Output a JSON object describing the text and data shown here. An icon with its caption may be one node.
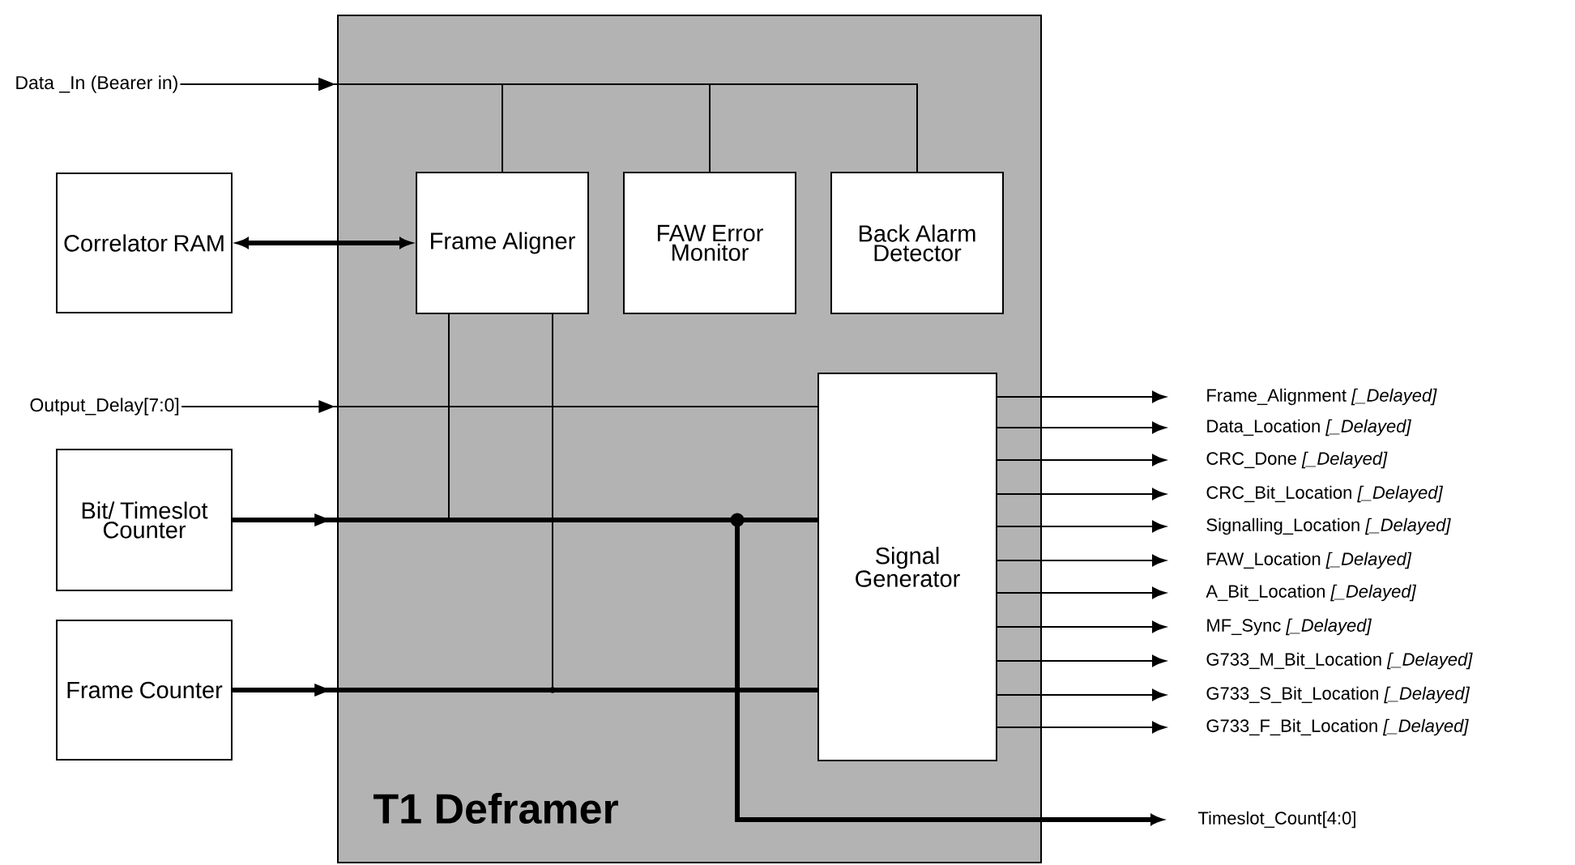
{
  "diagram": {
    "nodes": [
      {
        "text": [
          "T1 Deframer"
        ]
      },
      {
        "text": [
          "Correlator RAM"
        ]
      },
      {
        "text": [
          "Frame Aligner"
        ],
        "in": 0
      },
      {
        "text": [
          "FAW Error Monitor"
        ],
        "in": 0
      },
      {
        "text": [
          "Back Alarm Detector"
        ],
        "in": 0
      },
      {
        "text": [
          "Signal Generator"
        ],
        "in": 0
      },
      {
        "text": [
          "Bit/ Timeslot Counter"
        ]
      },
      {
        "text": [
          "Frame Counter"
        ]
      },
      {
        "text": [
          "Data _In (Bearer in)"
        ]
      },
      {
        "text": [
          "Output_Delay[7:0]"
        ]
      },
      {
        "text": [
          "Frame_Alignment *[_Delayed]*"
        ]
      },
      {
        "text": [
          "Data_Location *[_Delayed]*"
        ]
      },
      {
        "text": [
          "CRC_Done *[_Delayed]*"
        ]
      },
      {
        "text": [
          "CRC_Bit_Location *[_Delayed]*"
        ]
      },
      {
        "text": [
          "Signalling_Location *[_Delayed]*"
        ]
      },
      {
        "text": [
          "FAW_Location *[_Delayed]*"
        ]
      },
      {
        "text": [
          "A_Bit_Location *[_Delayed]*"
        ]
      },
      {
        "text": [
          "MF_Sync *[_Delayed]*"
        ]
      },
      {
        "text": [
          "G733_M_Bit_Location *[_Delayed]*"
        ]
      },
      {
        "text": [
          "G733_S_Bit_Location *[_Delayed]*"
        ]
      },
      {
        "text": [
          "G733_F_Bit_Location *[_Delayed]*"
        ]
      },
      {
        "text": [
          "Timeslot_Count[4:0]"
        ]
      }
    ],
    "edges": [
      {
        "from": 8,
        "to": 2,
        "arrow": "to"
      },
      {
        "from": 8,
        "to": 3,
        "arrow": "to"
      },
      {
        "from": 8,
        "to": 4,
        "arrow": "to"
      },
      {
        "from": 1,
        "to": 2,
        "arrow": "both",
        "style": "thick"
      },
      {
        "from": 9,
        "to": 5,
        "arrow": "to"
      },
      {
        "from": 6,
        "to": 5,
        "arrow": "to",
        "style": "thick"
      },
      {
        "from": 7,
        "to": 5,
        "arrow": "to",
        "style": "thick"
      },
      {
        "from": 2,
        "to": 6,
        "arrow": "none"
      },
      {
        "from": 2,
        "to": 7,
        "arrow": "none"
      },
      {
        "from": 6,
        "to": 21,
        "arrow": "to",
        "style": "thick"
      },
      {
        "from": 5,
        "to": 10,
        "arrow": "to"
      },
      {
        "from": 5,
        "to": 11,
        "arrow": "to"
      },
      {
        "from": 5,
        "to": 12,
        "arrow": "to"
      },
      {
        "from": 5,
        "to": 13,
        "arrow": "to"
      },
      {
        "from": 5,
        "to": 14,
        "arrow": "to"
      },
      {
        "from": 5,
        "to": 15,
        "arrow": "to"
      },
      {
        "from": 5,
        "to": 16,
        "arrow": "to"
      },
      {
        "from": 5,
        "to": 17,
        "arrow": "to"
      },
      {
        "from": 5,
        "to": 18,
        "arrow": "to"
      },
      {
        "from": 5,
        "to": 19,
        "arrow": "to"
      },
      {
        "from": 5,
        "to": 20,
        "arrow": "to"
      }
    ]
  }
}
